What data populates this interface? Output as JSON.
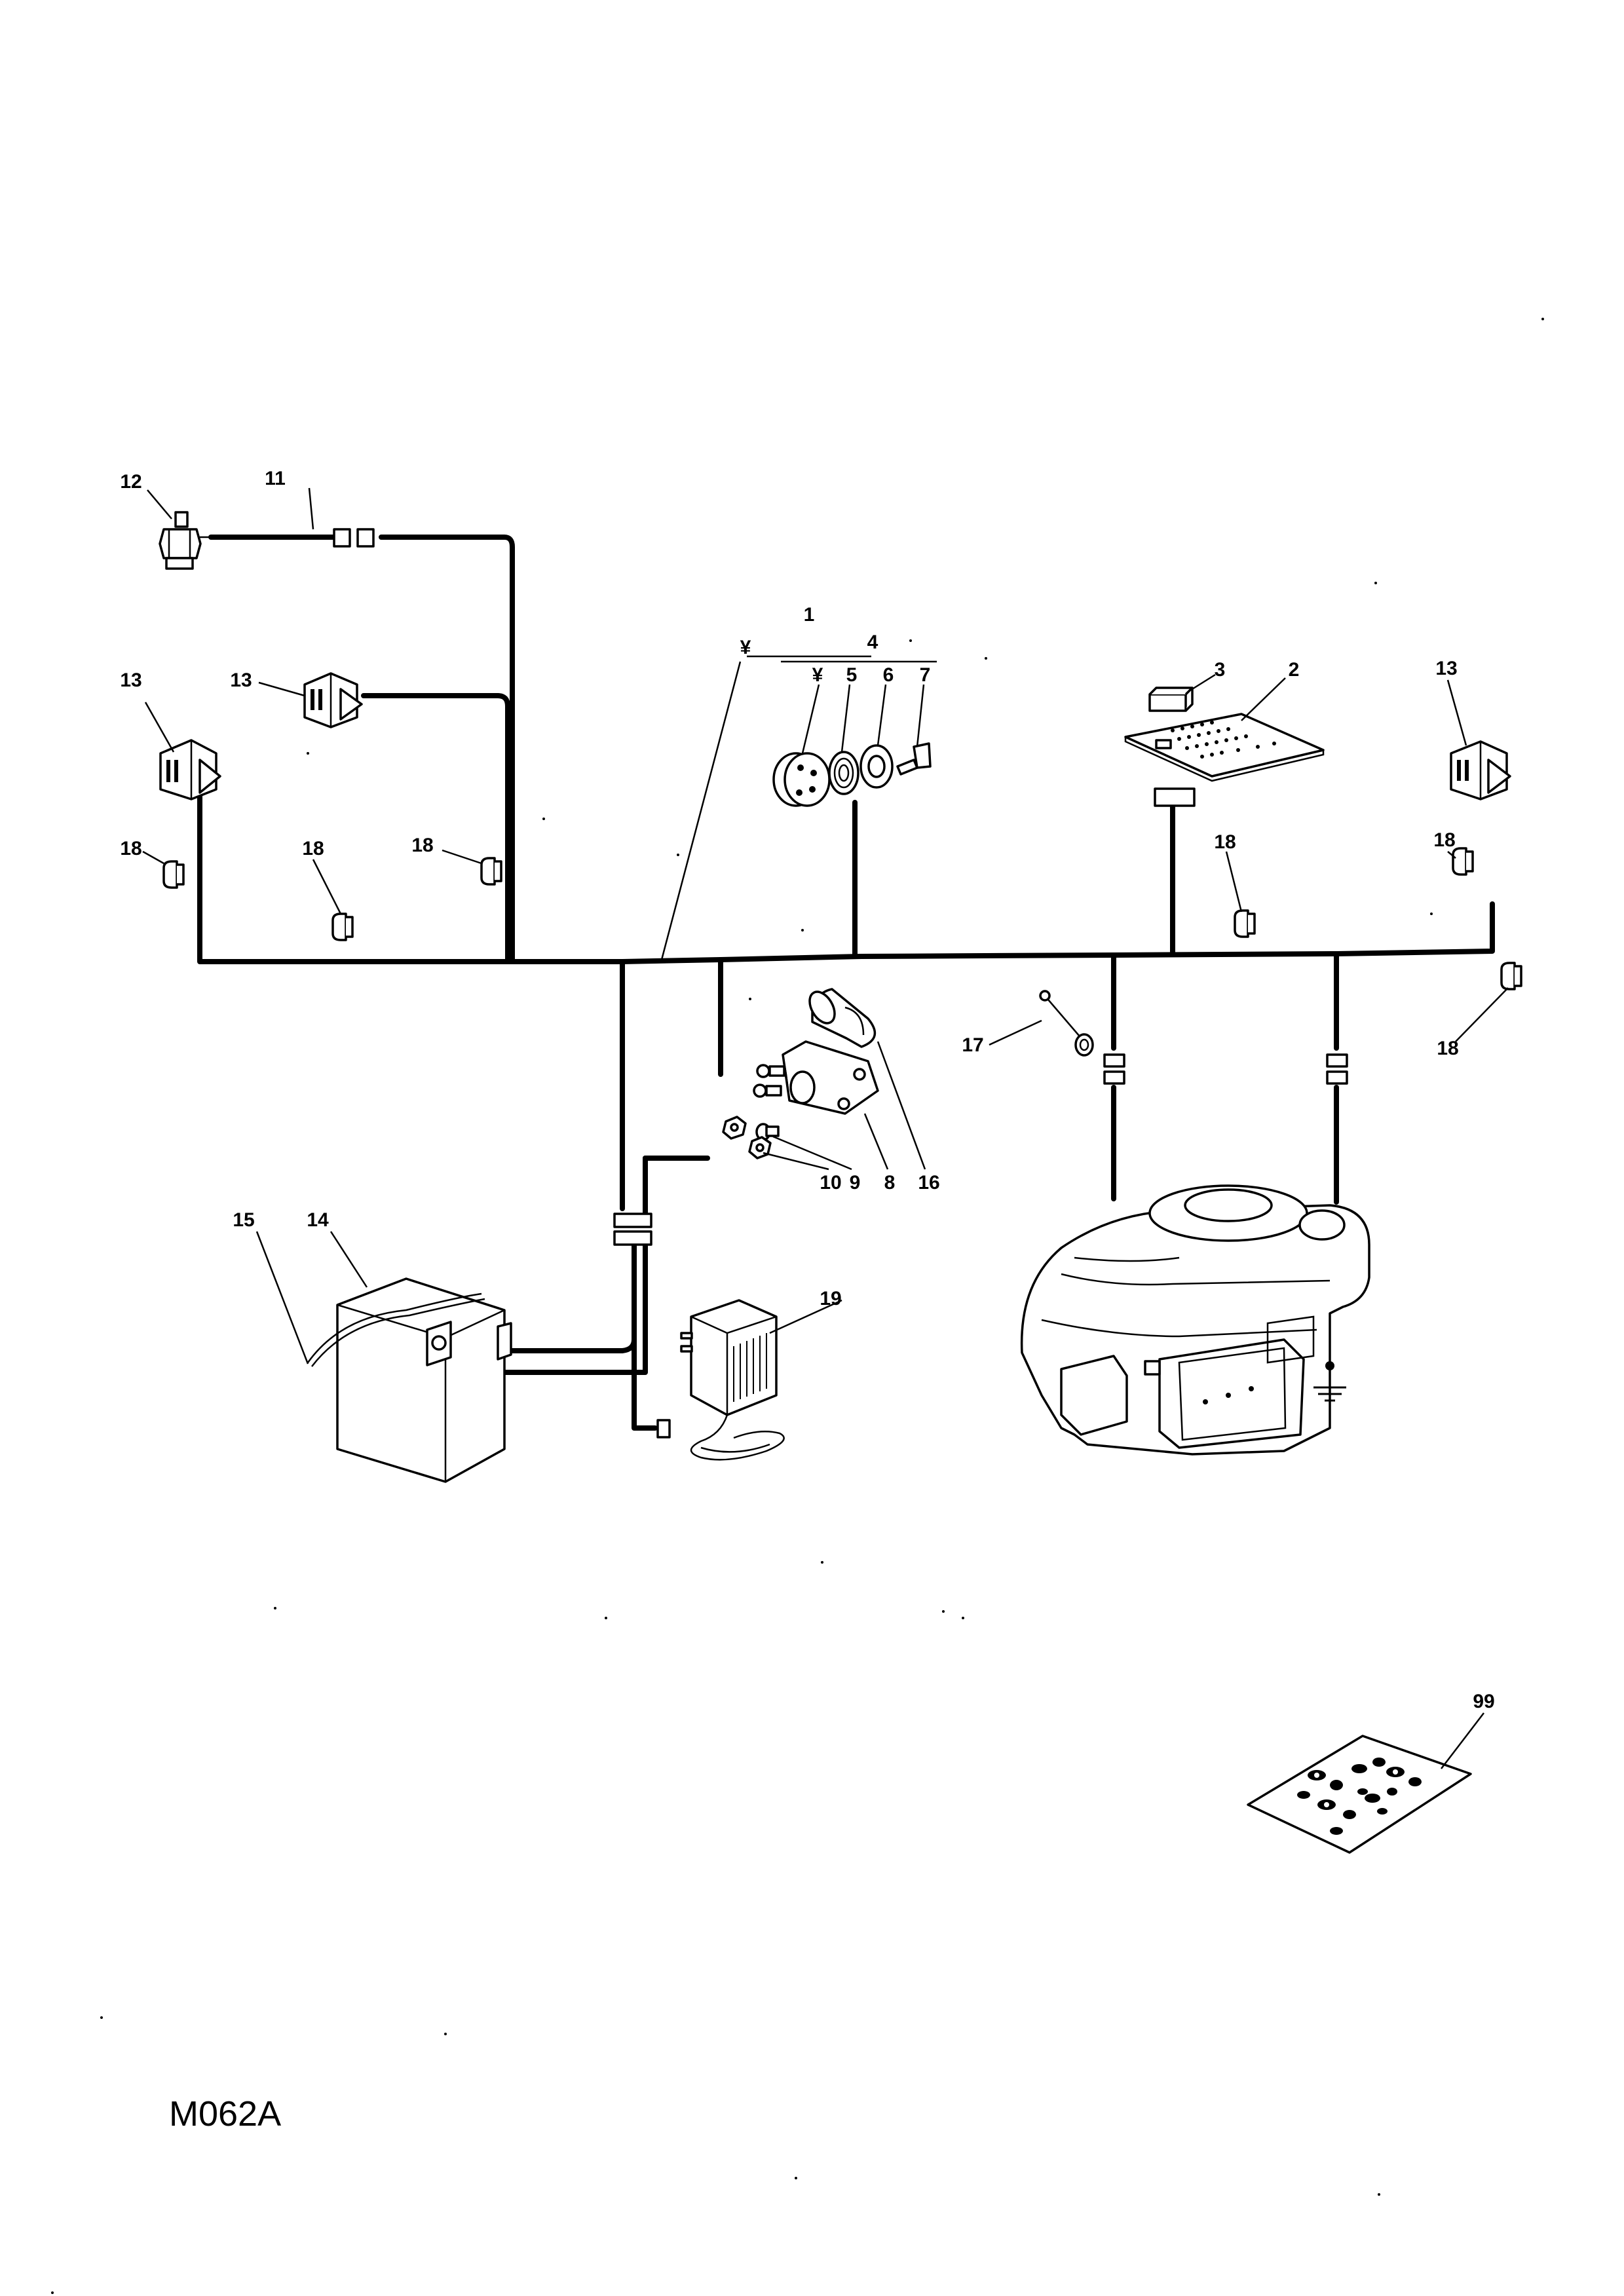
{
  "callouts": {
    "c1": "1",
    "c2": "2",
    "c3": "3",
    "c4": "4",
    "c5": "5",
    "c6": "6",
    "c7": "7",
    "c8": "8",
    "c9": "9",
    "c10": "10",
    "c11": "11",
    "c12": "12",
    "c13": "13",
    "c14": "14",
    "c15": "15",
    "c16": "16",
    "c17": "17",
    "c18": "18",
    "c19": "19",
    "c99": "99",
    "yen": "¥"
  },
  "diagram_code": "M062A"
}
